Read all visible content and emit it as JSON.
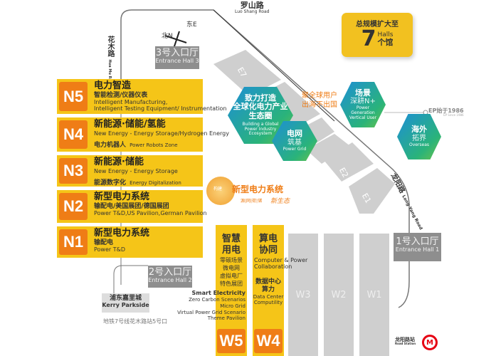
{
  "roads": {
    "luoshan_zh": "罗山路",
    "luoshan_en": "Luo Shang Road",
    "huamu_zh": "花木路",
    "huamu_en": "Hua Mu Road",
    "longyang_zh": "龙阳路",
    "longyang_en": "Long Yang Road"
  },
  "compass": {
    "east": "东E",
    "north": "北N"
  },
  "scale_box": {
    "line1": "总规模扩大至",
    "number": "7",
    "unit_en": "Halls",
    "unit_zh": "个馆"
  },
  "entrances": [
    {
      "zh": "3号入口厅",
      "en": "Entrance Hall 3"
    },
    {
      "zh": "2号入口厅",
      "en": "Entrance Hall 2"
    },
    {
      "zh": "1号入口厅",
      "en": "Entrance Hall 1"
    }
  ],
  "n_halls": [
    {
      "code": "N5",
      "zh": "电力智造",
      "sub": "智能检测/仪器仪表",
      "en1": "Intelligent Manufacturing,",
      "en2": "Intelligent Testing Equipment/ Instrumentation"
    },
    {
      "code": "N4",
      "zh": "新能源·储能/氢能",
      "en1": "New Energy - Energy Storage/Hydrogen Energy",
      "sub": "电力机器人",
      "en2": "Power Robots Zone"
    },
    {
      "code": "N3",
      "zh": "新能源·储能",
      "en1": "New Energy - Energy Storage",
      "sub": "能源数字化",
      "en2": "Energy Digitalization"
    },
    {
      "code": "N2",
      "zh": "新型电力系统",
      "sub": "输配电/美国展团/德国展团",
      "en1": "Power T&D,US Pavilion,German Pavilion"
    },
    {
      "code": "N1",
      "zh": "新型电力系统",
      "sub": "输配电",
      "en1": "Power T&D"
    }
  ],
  "e_halls": [
    "E7",
    "E2",
    "E1"
  ],
  "w_halls": {
    "w5": {
      "code": "W5",
      "zh1": "智慧",
      "zh2": "用电",
      "items": [
        "零碳场景",
        "微电网",
        "虚拟电厂",
        "特色展团"
      ],
      "en_title": "Smart Electricity",
      "en_items": [
        "Zero Carbon Scenarios",
        "Micro Grid",
        "Virtual Power Grid Scenario",
        "Theme Pavilion"
      ]
    },
    "w4": {
      "code": "W4",
      "zh1": "算电",
      "zh2": "协同",
      "en1": "Computer & Power",
      "en2": "Collaboration",
      "zh3": "数据中心",
      "zh4": "算力",
      "en3": "Data Center",
      "en4": "Computility"
    },
    "others": [
      "W3",
      "W2",
      "W1"
    ]
  },
  "center_badge": {
    "prefix": "构建",
    "title": "新型电力系统",
    "tags": "源|网|荷|储",
    "suffix": "新生态"
  },
  "hexagons": [
    {
      "zh1": "致力打造",
      "zh2": "全球化电力产业",
      "zh3": "生态圈",
      "en": "Building a Global Power Industry Ecosystem"
    },
    {
      "zh1": "电网",
      "zh2": "筑基",
      "en": "Power Grid"
    },
    {
      "zh1": "场景",
      "zh2": "深耕N+",
      "en": "Power Generation Vertical User"
    },
    {
      "zh1": "海外",
      "zh2": "拓界",
      "en": "Overseas"
    }
  ],
  "global_text": {
    "line1": "聚全球用户",
    "line2": "出海不出国"
  },
  "since": {
    "zh": "EP始于1986",
    "en": "EP Since 1986"
  },
  "kerry": {
    "zh": "浦东嘉里城",
    "en": "Kerry Parkside",
    "metro": "地铁7号线花木路站5号口"
  },
  "station": {
    "zh": "龙阳路站",
    "en": "Road Station",
    "logo_color": "#e60012"
  }
}
